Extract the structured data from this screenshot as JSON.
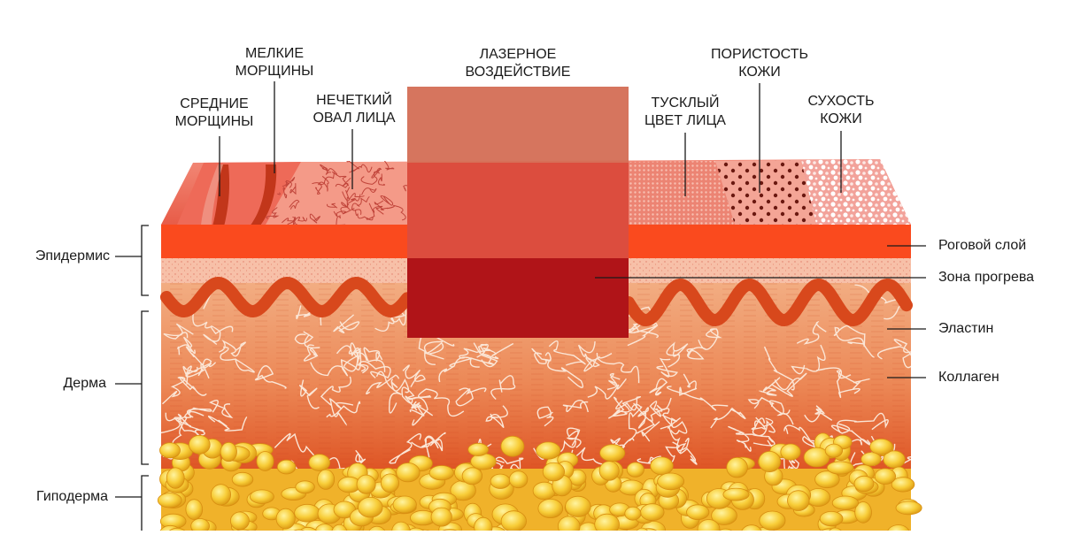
{
  "top_labels": {
    "medium_wrinkles": [
      "СРЕДНИЕ",
      "МОРЩИНЫ"
    ],
    "fine_wrinkles": [
      "МЕЛКИЕ",
      "МОРЩИНЫ"
    ],
    "blurry_oval": [
      "НЕЧЕТКИЙ",
      "ОВАЛ ЛИЦА"
    ],
    "laser": [
      "ЛАЗЕРНОЕ",
      "ВОЗДЕЙСТВИЕ"
    ],
    "dull_color": [
      "ТУСКЛЫЙ",
      "ЦВЕТ ЛИЦА"
    ],
    "porosity": [
      "ПОРИСТОСТЬ",
      "КОЖИ"
    ],
    "dryness": [
      "СУХОСТЬ",
      "КОЖИ"
    ]
  },
  "left_labels": {
    "epidermis": "Эпидермис",
    "dermis": "Дерма",
    "hypodermis": "Гиподерма"
  },
  "right_labels": {
    "stratum_corneum": "Роговой слой",
    "heating_zone": "Зона прогрева",
    "elastin": "Эластин",
    "collagen": "Коллаген"
  },
  "colors": {
    "surface": "#ec7060",
    "stratum_corneum": "#fa4a1e",
    "epidermis_base": "#f5b8a0",
    "elastin": "#d8481c",
    "dermis_top": "#f1a477",
    "dermis_bottom": "#e05020",
    "fat": "#f5c22d",
    "laser_top": "#d46e55",
    "laser_mid": "#dc4d3e",
    "laser_deep": "#b01418"
  }
}
